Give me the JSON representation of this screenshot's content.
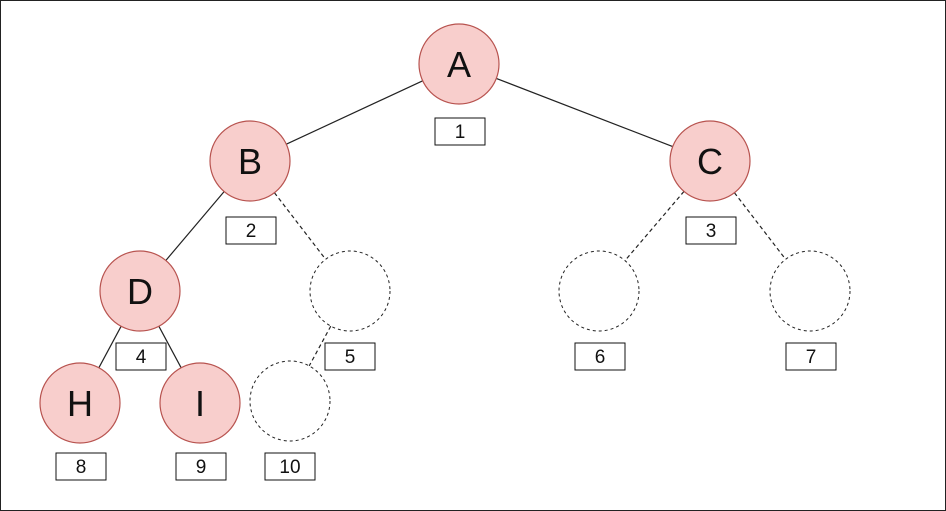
{
  "colors": {
    "node_fill": "#f8cecc",
    "node_stroke": "#b85450",
    "edge": "#222222",
    "box_stroke": "#111111"
  },
  "nodes": [
    {
      "id": "A",
      "label": "A",
      "index": "1",
      "filled": true
    },
    {
      "id": "B",
      "label": "B",
      "index": "2",
      "filled": true
    },
    {
      "id": "C",
      "label": "C",
      "index": "3",
      "filled": true
    },
    {
      "id": "D",
      "label": "D",
      "index": "4",
      "filled": true
    },
    {
      "id": "E",
      "label": "",
      "index": "5",
      "filled": false
    },
    {
      "id": "F",
      "label": "",
      "index": "6",
      "filled": false
    },
    {
      "id": "G",
      "label": "",
      "index": "7",
      "filled": false
    },
    {
      "id": "H",
      "label": "H",
      "index": "8",
      "filled": true
    },
    {
      "id": "I",
      "label": "I",
      "index": "9",
      "filled": true
    },
    {
      "id": "J",
      "label": "",
      "index": "10",
      "filled": false
    }
  ],
  "edges": [
    {
      "from": "A",
      "to": "B",
      "style": "solid"
    },
    {
      "from": "A",
      "to": "C",
      "style": "solid"
    },
    {
      "from": "B",
      "to": "D",
      "style": "solid"
    },
    {
      "from": "B",
      "to": "E",
      "style": "dashed"
    },
    {
      "from": "C",
      "to": "F",
      "style": "dashed"
    },
    {
      "from": "C",
      "to": "G",
      "style": "dashed"
    },
    {
      "from": "D",
      "to": "H",
      "style": "solid"
    },
    {
      "from": "D",
      "to": "I",
      "style": "solid"
    },
    {
      "from": "E",
      "to": "J",
      "style": "dashed"
    }
  ]
}
